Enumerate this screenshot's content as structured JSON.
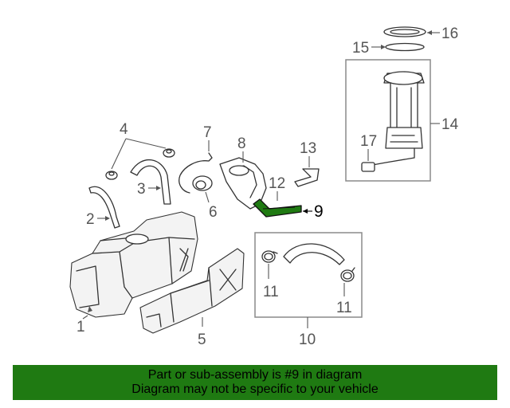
{
  "callouts": {
    "c1": "1",
    "c2": "2",
    "c3": "3",
    "c4": "4",
    "c5": "5",
    "c6": "6",
    "c7": "7",
    "c8": "8",
    "c9": "9",
    "c10": "10",
    "c11a": "11",
    "c11b": "11",
    "c12": "12",
    "c13": "13",
    "c14": "14",
    "c15": "15",
    "c16": "16",
    "c17": "17"
  },
  "highlighted_part": "9",
  "colors": {
    "highlight": "#1f7a12",
    "banner": "#1f7a12",
    "box": "#8a8a8a",
    "line": "#333333"
  },
  "banner": {
    "line1": "Part or sub-assembly is #9 in diagram",
    "line2": "Diagram may not be specific to your vehicle"
  }
}
